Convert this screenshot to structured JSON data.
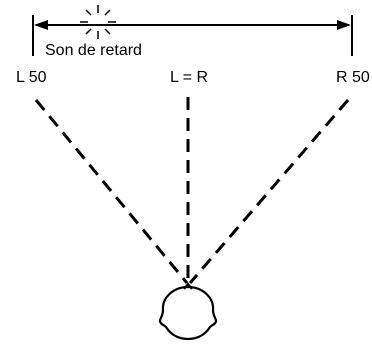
{
  "labels": {
    "delayed_sound": "Son de retard",
    "left": "L 50",
    "center": "L = R",
    "right": "R 50"
  },
  "colors": {
    "ink": "#000000",
    "background": "#ffffff"
  },
  "icons": {
    "sound_source": "starburst-icon",
    "listener": "head-icon"
  }
}
